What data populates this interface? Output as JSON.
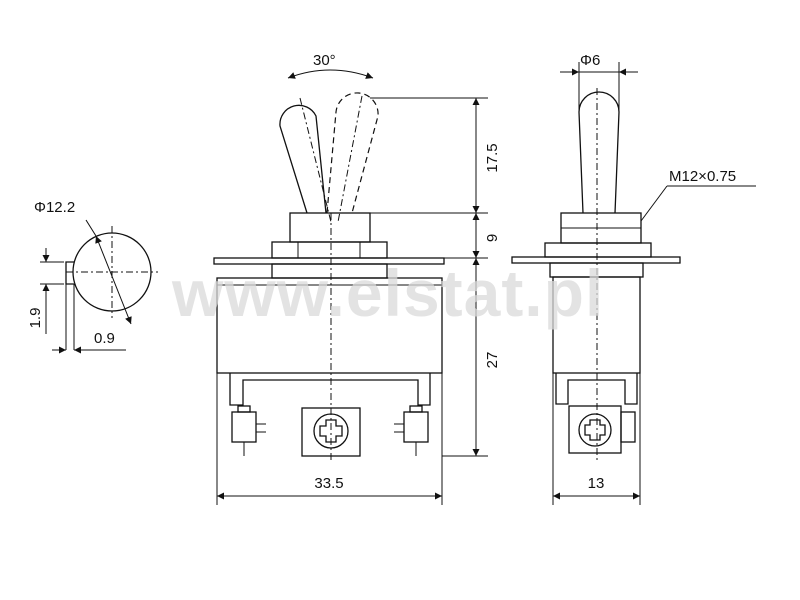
{
  "watermark": "www.elstat.pl",
  "dimensions": {
    "angle": "30°",
    "lever_diameter": "Φ6",
    "thread": "M12×0.75",
    "lever_height": "17.5",
    "bushing_height": "9",
    "body_height": "27",
    "body_width": "33.5",
    "body_depth": "13",
    "ring_diameter": "Φ12.2",
    "ring_tab_height": "1.9",
    "ring_tab_width": "0.9"
  }
}
